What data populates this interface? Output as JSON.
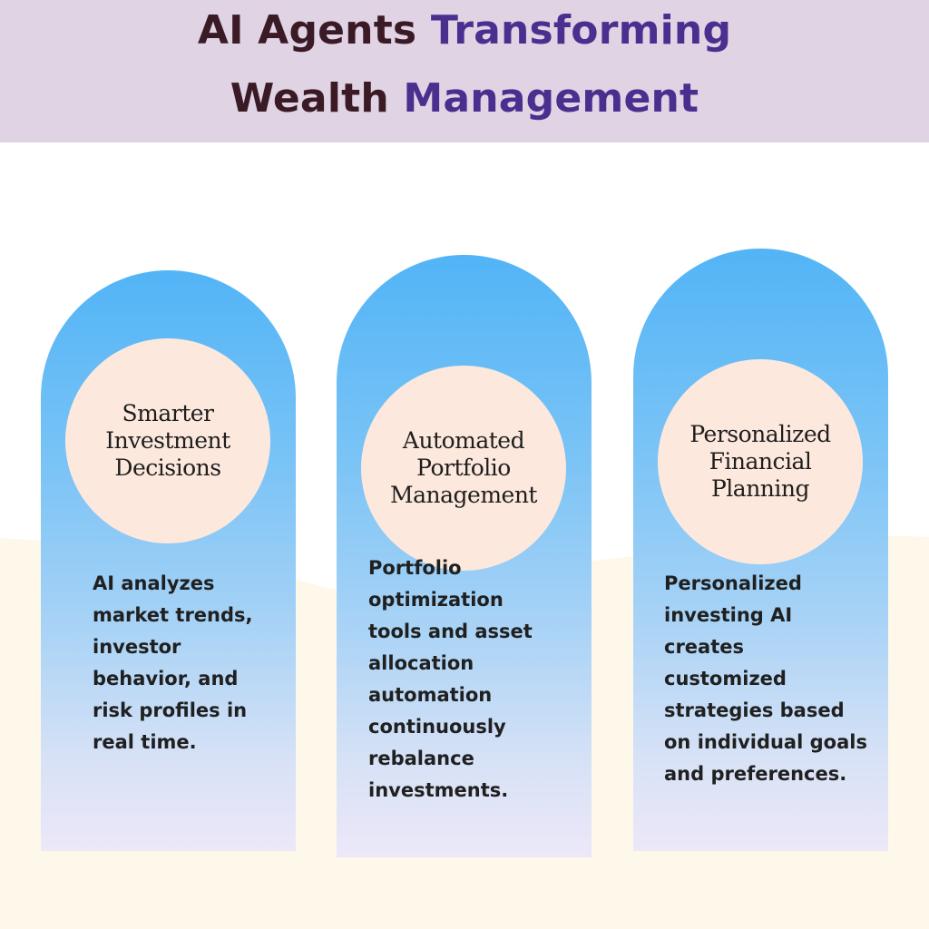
{
  "title": {
    "line1_part1": "AI Agents ",
    "line1_part2": "Transforming",
    "line2_part1": "Wealth ",
    "line2_part2": "Management"
  },
  "colors": {
    "header_bg": "#dfd3e4",
    "title_dark": "#3a1a25",
    "title_purple": "#4a2f8f",
    "pillar_top": "#52b4f6",
    "pillar_bottom": "#ece8f8",
    "circle_fill": "#fde8dd",
    "bottom_bg": "#fdf8ea"
  },
  "pillars": [
    {
      "heading": "Smarter\nInvestment\nDecisions",
      "description": "AI analyzes\nmarket trends,\ninvestor\nbehavior, and\nrisk profiles in\nreal time."
    },
    {
      "heading": "Automated\nPortfolio\nManagement",
      "description": "Portfolio\noptimization\ntools and asset\nallocation\nautomation\ncontinuously\nrebalance\ninvestments."
    },
    {
      "heading": "Personalized\nFinancial\nPlanning",
      "description": "Personalized\ninvesting AI\ncreates\ncustomized\nstrategies based\non individual goals\nand preferences."
    }
  ]
}
